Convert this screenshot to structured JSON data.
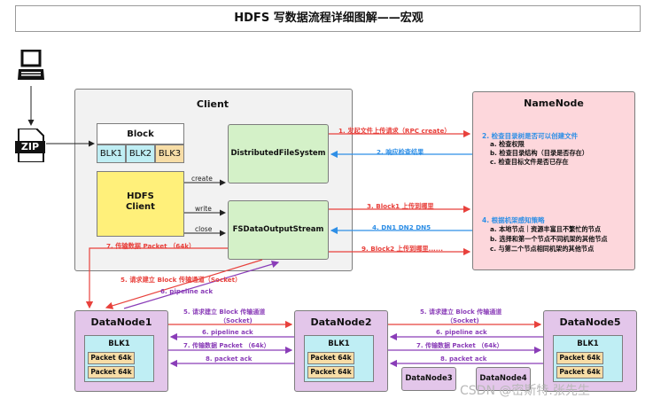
{
  "title": "HDFS 写数据流程详细图解——宏观",
  "client": {
    "title": "Client",
    "block_title": "Block",
    "blocks": [
      "BLK1",
      "BLK2",
      "BLK3"
    ],
    "hdfs_client": "HDFS\nClient",
    "dfs": "DistributedFileSystem",
    "fsdos": "FSDataOutputStream",
    "edge_create": "create",
    "edge_write": "write",
    "edge_close": "close"
  },
  "namenode": {
    "title": "NameNode",
    "check_heading": "2. 检查目录树是否可以创建文件",
    "check_items": [
      "a. 检查权限",
      "b. 检查目录结构（目录是否存在）",
      "c. 检查目标文件是否已存在"
    ],
    "policy_heading": "4. 根据机架感知策略",
    "policy_items": [
      "a. 本地节点｜资源丰富且不繁忙的节点",
      "b. 选择和第一个节点不同机架的其他节点",
      "c. 与第二个节点相同机架的其他节点"
    ]
  },
  "messages": {
    "m1": "1. 发起文件上传请求（RPC create）",
    "m2": "2. 响应检查结果",
    "m3": "3. Block1 上传到哪里",
    "m4": "4. DN1 DN2 DN5",
    "m7": "7. 传输数据 Packet （64k）",
    "m9": "9. Block2 上传到哪里......",
    "m5": "5. 请求建立 Block 传输通道（Socket）",
    "m6": "6. pipeline ack",
    "dn_m5a": "5. 请求建立 Block 传输通道",
    "dn_m5b": "（Socket)",
    "dn_m6": "6. pipeline ack",
    "dn_m7": "7. 传输数据 Packet （64k）",
    "dn_m8": "8. packet ack",
    "dn2_m5": "5. 请求建立 Block 传输通道",
    "dn2_m5b": "（Socket)",
    "dn2_m6": "6. pipeline ack",
    "dn2_m7": "7. 传输数据 Packet （64k）",
    "dn2_m8": "8. packet ack"
  },
  "datanodes": [
    {
      "name": "DataNode1",
      "blk": "BLK1",
      "packets": [
        "Packet 64k",
        "Packet 64k"
      ]
    },
    {
      "name": "DataNode2",
      "blk": "BLK1",
      "packets": [
        "Packet 64k",
        "Packet 64k"
      ]
    },
    {
      "name": "DataNode5",
      "blk": "BLK1",
      "packets": [
        "Packet 64k",
        "Packet 64k"
      ]
    }
  ],
  "dn3": "DataNode3",
  "dn4": "DataNode4",
  "zip_label": "ZIP",
  "watermark": "CSDN @密斯特.张先生",
  "colors": {
    "red": "#e8413c",
    "blue": "#2f8fe6",
    "purple": "#8a3db8",
    "client_bg": "#f2f2f2",
    "namenode_bg": "#fdd7dc",
    "dn_bg": "#e3c6ea",
    "green": "#d4f1c8",
    "yellow": "#fff07a",
    "cyan": "#bfeef4",
    "tan": "#f7dda6"
  }
}
